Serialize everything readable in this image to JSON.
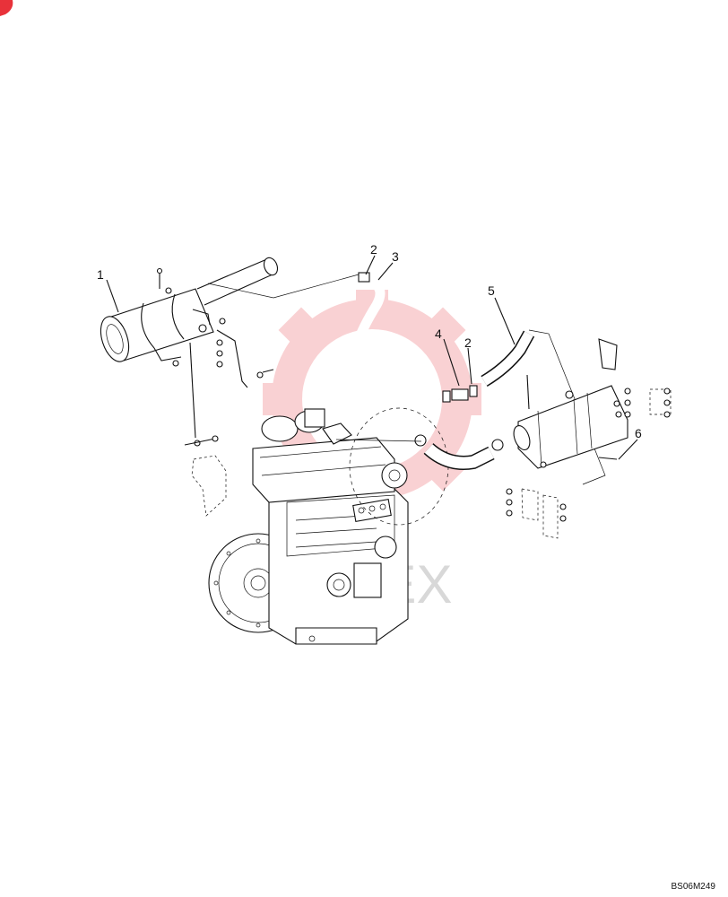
{
  "callouts": [
    {
      "id": "1",
      "label": "1"
    },
    {
      "id": "2a",
      "label": "2"
    },
    {
      "id": "3",
      "label": "3"
    },
    {
      "id": "4",
      "label": "4"
    },
    {
      "id": "2b",
      "label": "2"
    },
    {
      "id": "5",
      "label": "5"
    },
    {
      "id": "6",
      "label": "6"
    }
  ],
  "watermark": {
    "text": "VAREX",
    "color": "#e8323a"
  },
  "drawing_code": "BS06M249"
}
